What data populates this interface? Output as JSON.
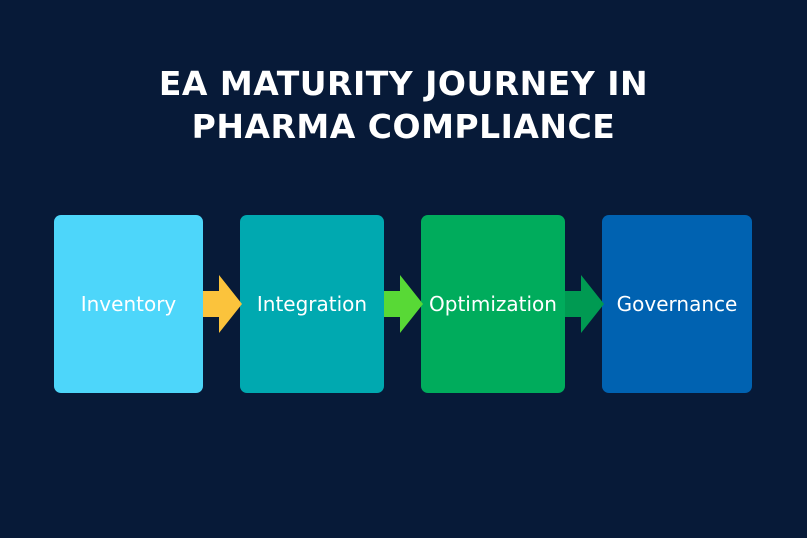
{
  "title": {
    "line1": "EA MATURITY JOURNEY IN",
    "line2": "PHARMA COMPLIANCE"
  },
  "stages": [
    {
      "label": "Inventory",
      "color": "#4dd6fa"
    },
    {
      "label": "Integration",
      "color": "#00a9b0"
    },
    {
      "label": "Optimization",
      "color": "#00ac5c"
    },
    {
      "label": "Governance",
      "color": "#0062b1"
    }
  ],
  "arrows": [
    {
      "color": "#fbc33c"
    },
    {
      "color": "#58d936"
    },
    {
      "color": "#009a52"
    }
  ]
}
